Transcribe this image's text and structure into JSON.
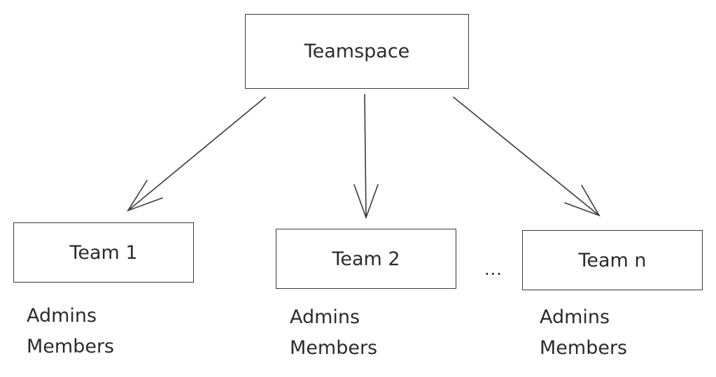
{
  "root": {
    "label": "Teamspace"
  },
  "teams": [
    {
      "label": "Team 1",
      "roles": [
        "Admins",
        "Members"
      ]
    },
    {
      "label": "Team 2",
      "roles": [
        "Admins",
        "Members"
      ]
    },
    {
      "label": "Team n",
      "roles": [
        "Admins",
        "Members"
      ]
    }
  ],
  "ellipsis": "...",
  "colors": {
    "stroke": "#3a3a3a",
    "text": "#2b2b2b",
    "background": "#ffffff"
  }
}
